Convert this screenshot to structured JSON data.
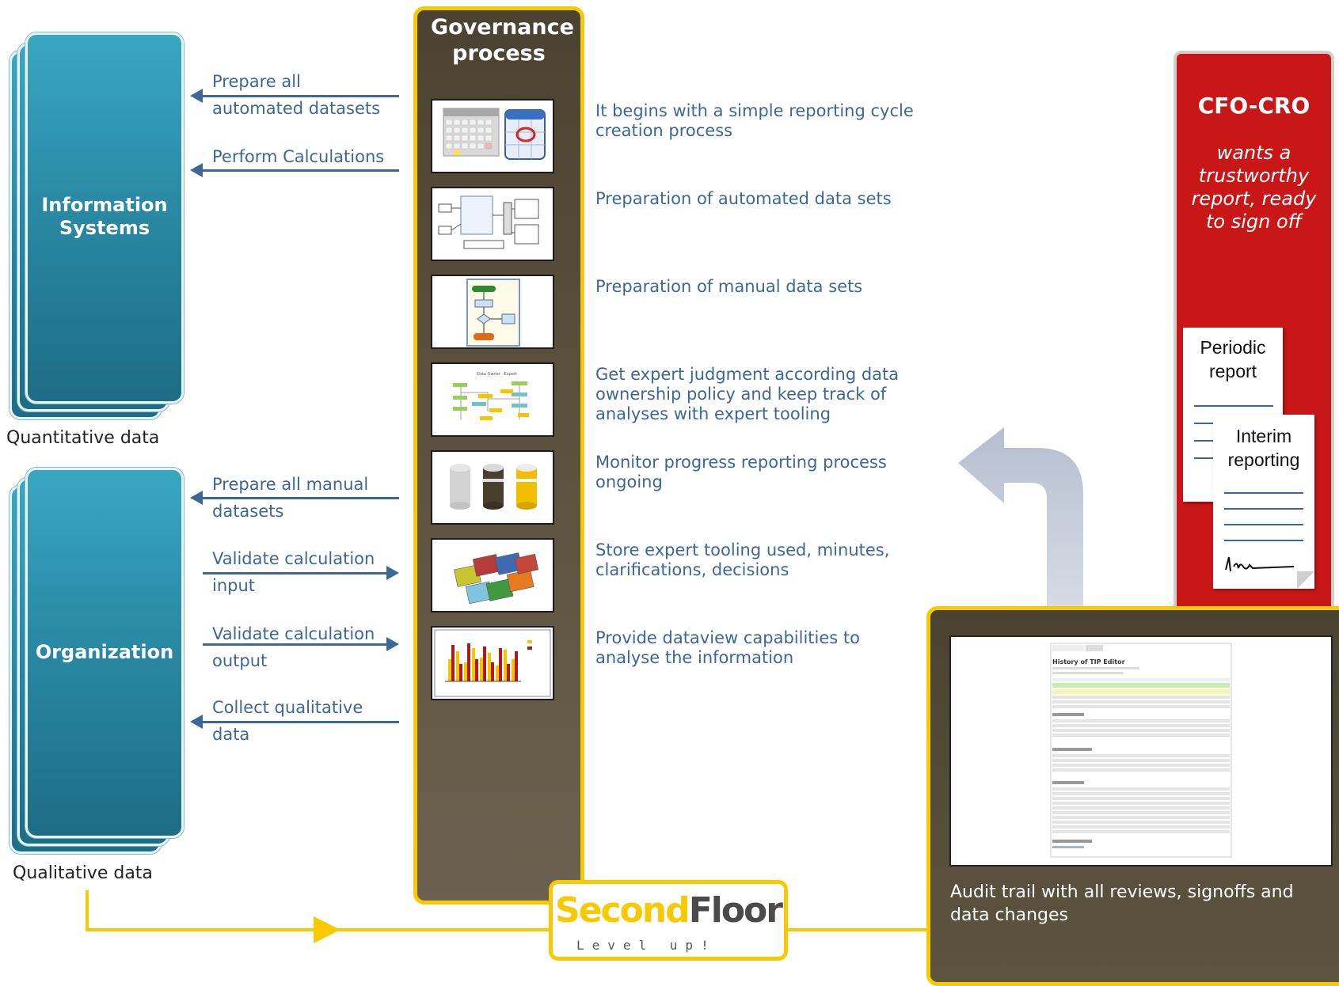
{
  "information_systems": {
    "label": "Information Systems",
    "caption": "Quantitative data",
    "arrows": [
      {
        "text": "Prepare all automated datasets",
        "direction": "left"
      },
      {
        "text": "Perform Calculations",
        "direction": "left"
      }
    ]
  },
  "organization": {
    "label": "Organization",
    "caption": "Qualitative data",
    "arrows": [
      {
        "text": "Prepare all manual datasets",
        "direction": "left"
      },
      {
        "text": "Validate calculation input",
        "direction": "right"
      },
      {
        "text": "Validate calculation output",
        "direction": "right"
      },
      {
        "text": "Collect qualitative data",
        "direction": "left"
      }
    ]
  },
  "governance": {
    "title": "Governance process",
    "steps": [
      {
        "text": "It begins with a simple reporting cycle creation process",
        "icon": "calendar-icon"
      },
      {
        "text": "Preparation of automated data sets",
        "icon": "data-flow-diagram-icon"
      },
      {
        "text": "Preparation of manual data sets",
        "icon": "flowchart-icon"
      },
      {
        "text": "Get expert judgment according data ownership policy and keep track of analyses with expert tooling",
        "icon": "org-chart-icon"
      },
      {
        "text": "Monitor progress reporting process ongoing",
        "icon": "database-cylinders-icon"
      },
      {
        "text": "Store expert tooling used, minutes, clarifications, decisions",
        "icon": "folders-icon"
      },
      {
        "text": "Provide dataview capabilities to analyse the information",
        "icon": "bar-chart-icon"
      }
    ]
  },
  "cfo": {
    "title": "CFO-CRO",
    "subtitle": "wants a trustworthy report, ready to sign off",
    "doc1": "Periodic report",
    "doc2": "Interim reporting"
  },
  "audit": {
    "text": "Audit trail with all reviews, signoffs and data changes",
    "screenshot_title": "History of TIP Editor"
  },
  "logo": {
    "part1": "Second",
    "part2": "Floor",
    "tagline": "Level up!"
  },
  "colors": {
    "teal": "#2a8aa5",
    "text_blue": "#3c6797",
    "gold": "#f7c900",
    "brown": "#4b4331",
    "red": "#c91717"
  }
}
